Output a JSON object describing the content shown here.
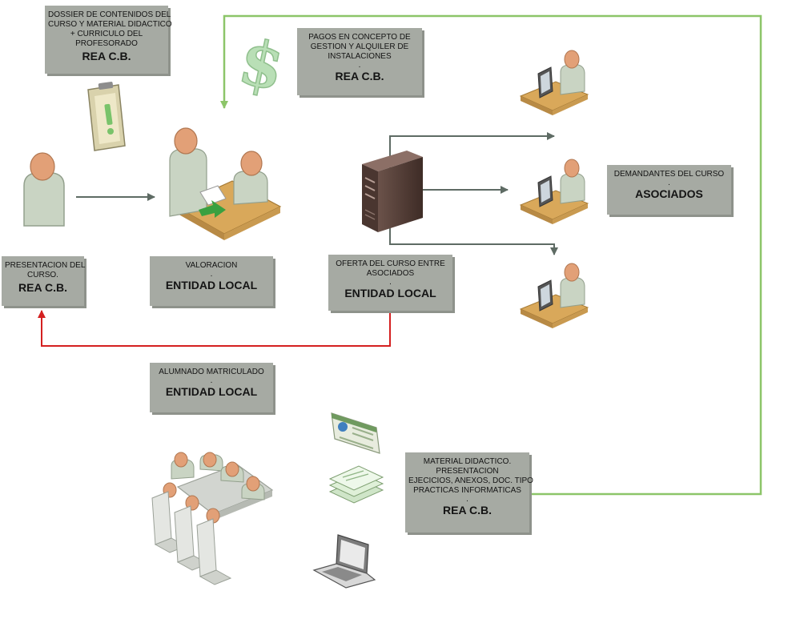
{
  "colors": {
    "box_fill": "#a6aaa3",
    "flow_arrow": "#5e6b64",
    "return_arrow": "#d42020",
    "material_arrow": "#8cc569",
    "figure_skin": "#e2a077",
    "figure_body": "#c9d4c3",
    "desk_wood": "#d9a85a"
  },
  "boxes": {
    "dossier": {
      "lines": [
        "DOSSIER DE CONTENIDOS DEL",
        "CURSO Y MATERIAL DIDACTICO",
        "+ CURRICULO DEL",
        "PROFESORADO"
      ],
      "entity": "REA C.B."
    },
    "pagos": {
      "lines": [
        "PAGOS EN CONCEPTO DE",
        "GESTION Y ALQUILER DE",
        "INSTALACIONES"
      ],
      "dot": ".",
      "entity": "REA C.B."
    },
    "presentacion": {
      "lines": [
        "PRESENTACION DEL",
        "CURSO."
      ],
      "entity": "REA C.B."
    },
    "valoracion": {
      "lines": [
        "VALORACION"
      ],
      "dot": ".",
      "entity": "ENTIDAD LOCAL"
    },
    "oferta": {
      "lines": [
        "OFERTA DEL CURSO ENTRE",
        "ASOCIADOS"
      ],
      "dot": ".",
      "entity": "ENTIDAD LOCAL"
    },
    "demandantes": {
      "lines": [
        "DEMANDANTES DEL CURSO"
      ],
      "dot": ".",
      "entity": "ASOCIADOS"
    },
    "alumnado": {
      "lines": [
        "ALUMNADO MATRICULADO"
      ],
      "dot": ".",
      "entity": "ENTIDAD LOCAL"
    },
    "material": {
      "lines": [
        "MATERIAL DIDACTICO.",
        "PRESENTACION",
        "EJECICIOS, ANEXOS, DOC. TIPO",
        "PRACTICAS INFORMATICAS"
      ],
      "dot": ".",
      "entity": "REA C.B."
    }
  },
  "icons": {
    "dollar": "$"
  }
}
